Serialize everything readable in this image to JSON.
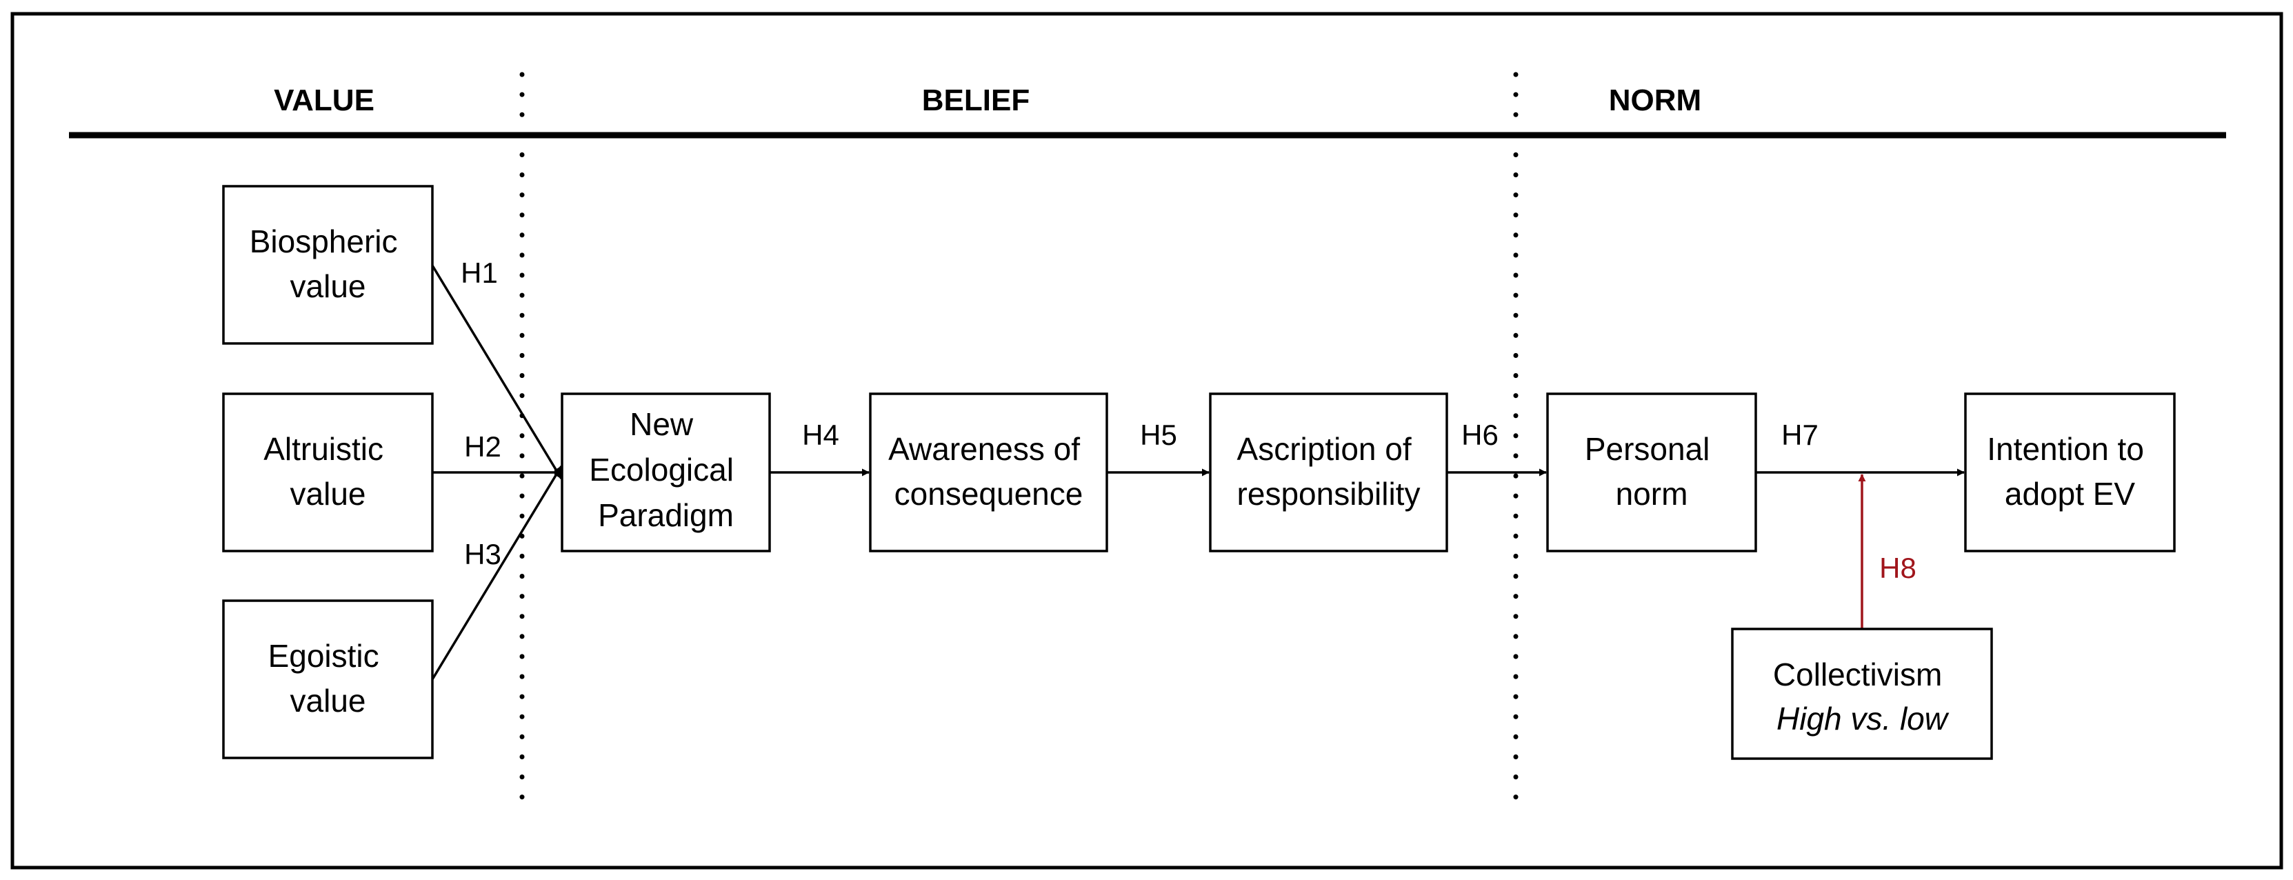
{
  "sections": {
    "value": "VALUE",
    "belief": "BELIEF",
    "norm": "NORM"
  },
  "boxes": {
    "biospheric": [
      "Biospheric",
      "value"
    ],
    "altruistic": [
      "Altruistic",
      "value"
    ],
    "egoistic": [
      "Egoistic",
      "value"
    ],
    "nep": [
      "New",
      "Ecological",
      "Paradigm"
    ],
    "awareness": [
      "Awareness of",
      "consequence"
    ],
    "ascription": [
      "Ascription of",
      "responsibility"
    ],
    "personal_norm": [
      "Personal",
      "norm"
    ],
    "intention": [
      "Intention to",
      "adopt EV"
    ],
    "collectivism": [
      "Collectivism",
      "High vs. low"
    ]
  },
  "hypotheses": {
    "h1": "H1",
    "h2": "H2",
    "h3": "H3",
    "h4": "H4",
    "h5": "H5",
    "h6": "H6",
    "h7": "H7",
    "h8": "H8"
  },
  "colors": {
    "moderator": "#a0151b",
    "line": "#000000"
  }
}
